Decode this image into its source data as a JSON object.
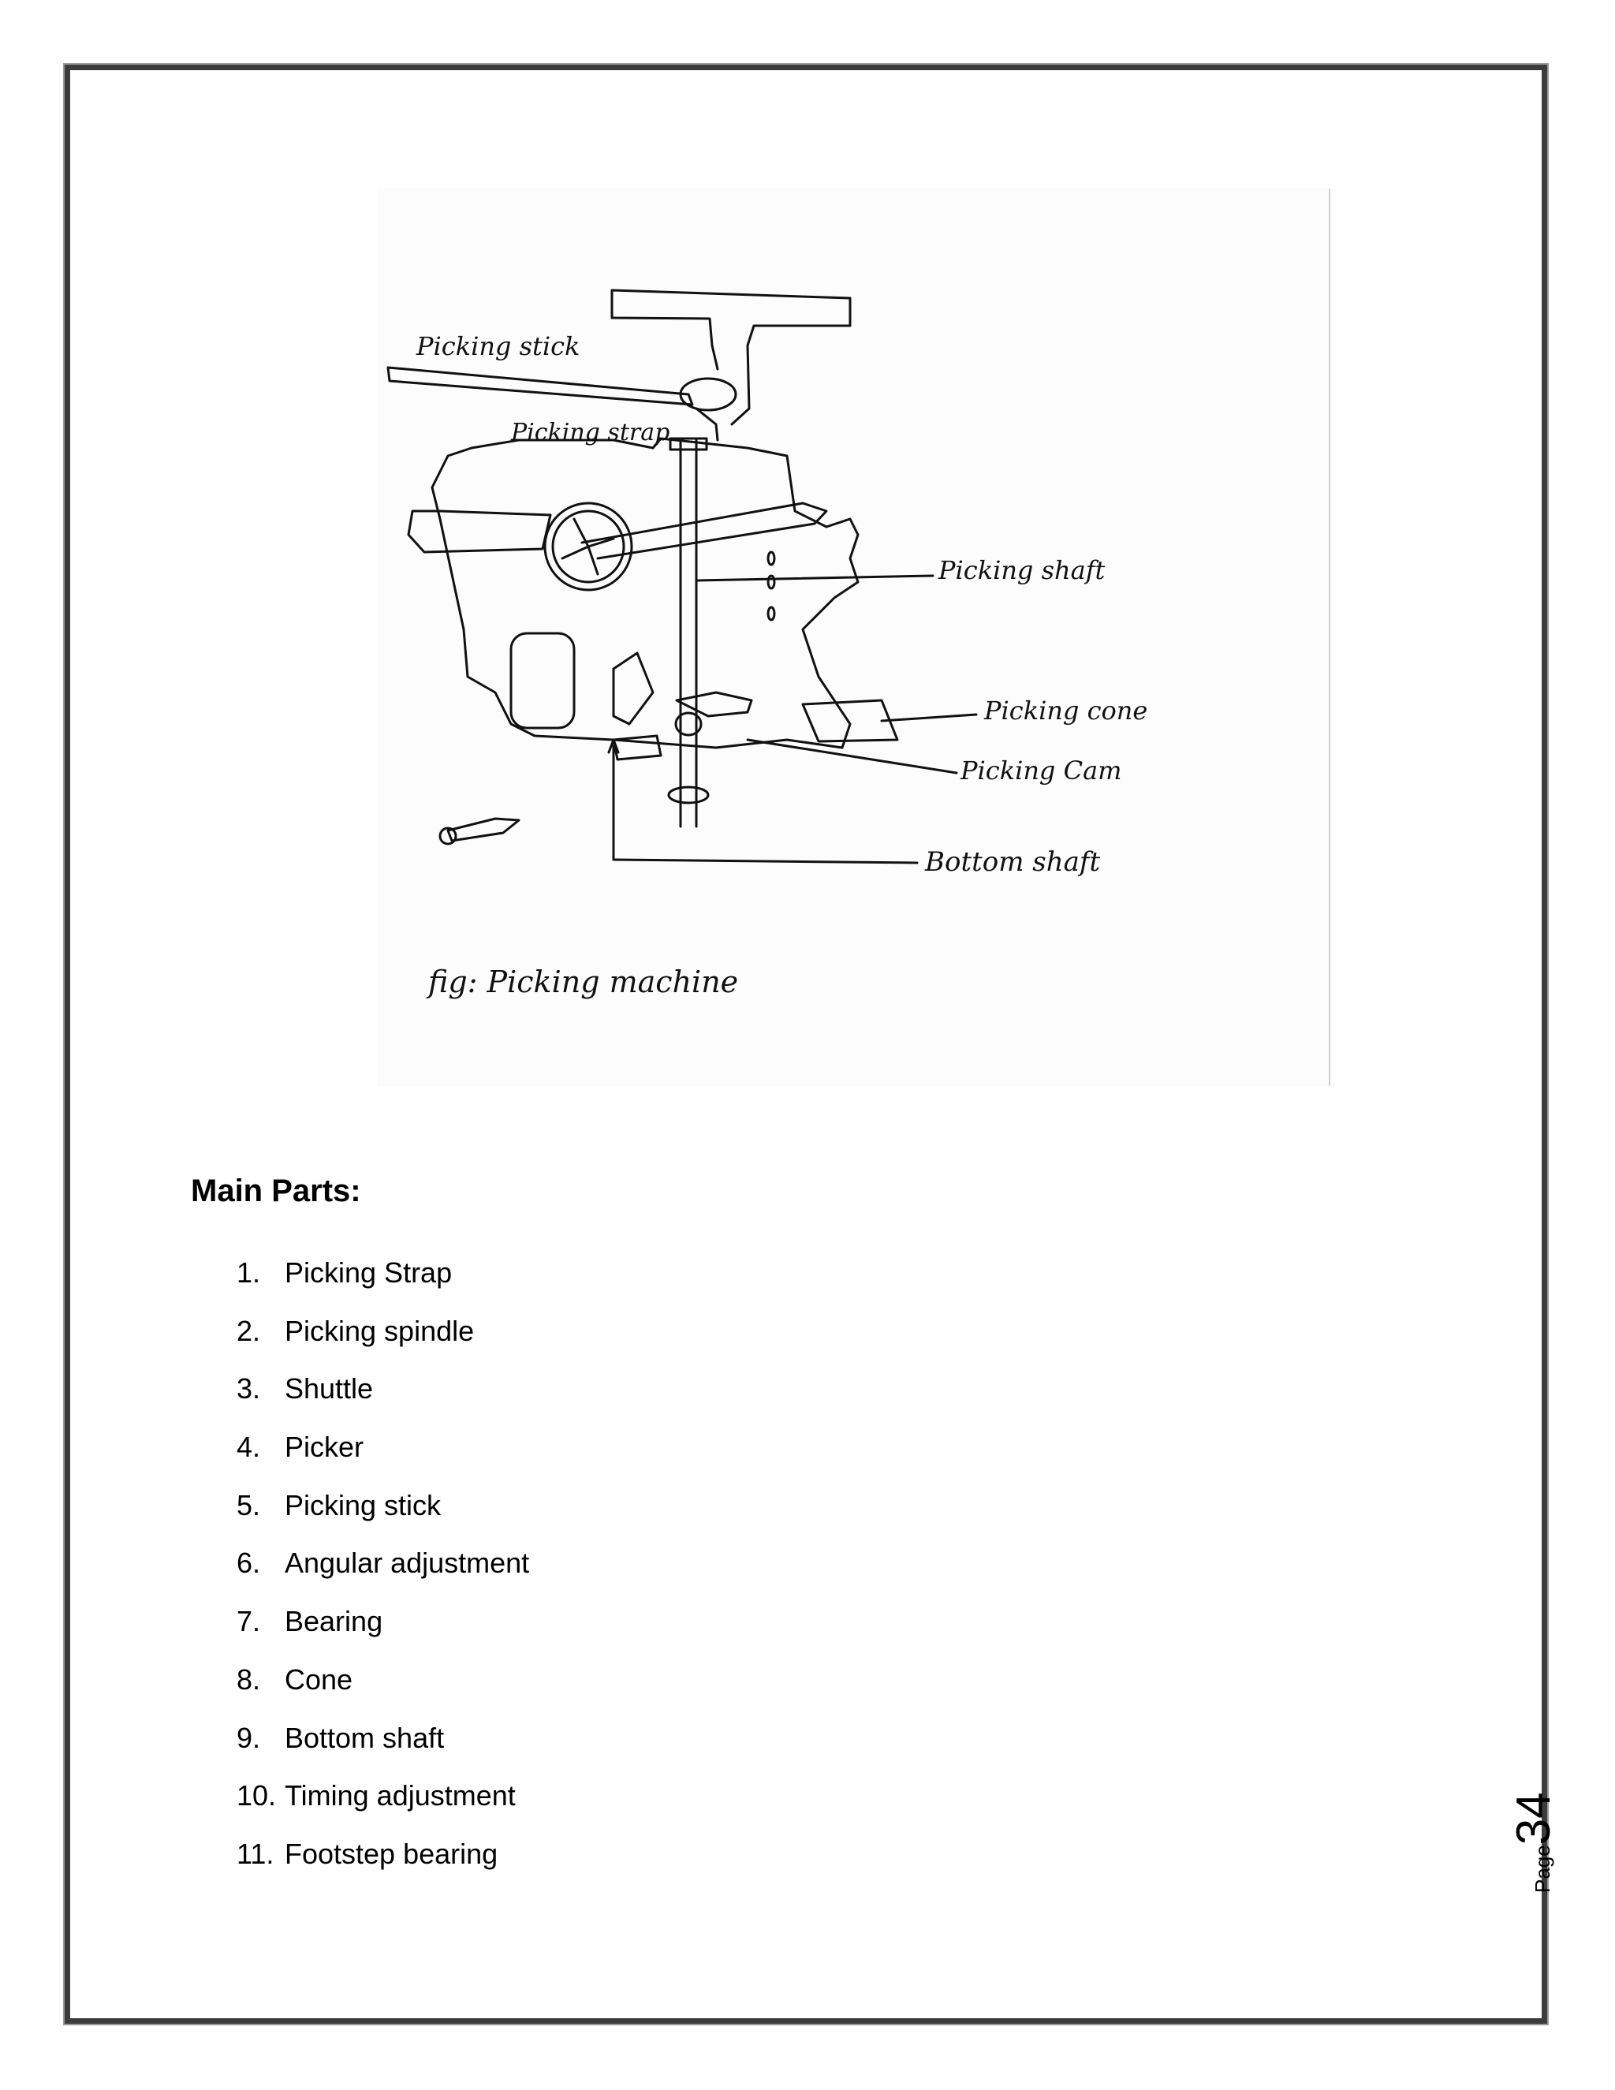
{
  "figure": {
    "labels": {
      "picking_stick": "Picking stick",
      "picking_strap": "Picking strap",
      "picking_shaft": "Picking shaft",
      "picking_cone": "Picking cone",
      "picking_cam": "Picking Cam",
      "bottom_shaft": "Bottom shaft",
      "caption": "fig: Picking machine"
    }
  },
  "section": {
    "heading": "Main Parts:",
    "items": [
      {
        "num": "1.",
        "label": "Picking Strap"
      },
      {
        "num": "2.",
        "label": "Picking spindle"
      },
      {
        "num": "3.",
        "label": "Shuttle"
      },
      {
        "num": "4.",
        "label": "Picker"
      },
      {
        "num": "5.",
        "label": "Picking stick"
      },
      {
        "num": "6.",
        "label": "Angular adjustment"
      },
      {
        "num": "7.",
        "label": "Bearing"
      },
      {
        "num": "8.",
        "label": "Cone"
      },
      {
        "num": "9.",
        "label": "Bottom shaft"
      },
      {
        "num": "10.",
        "label": "Timing adjustment"
      },
      {
        "num": "11.",
        "label": "Footstep bearing"
      }
    ]
  },
  "footer": {
    "page_word": "Page",
    "page_number": "34"
  }
}
